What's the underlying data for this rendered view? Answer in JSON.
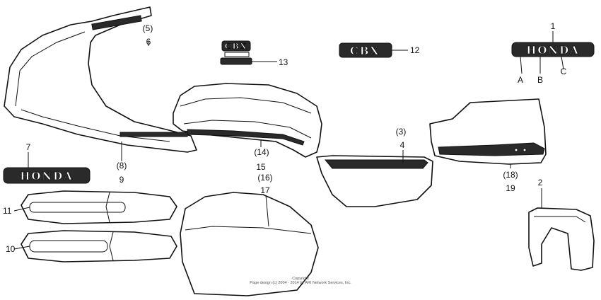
{
  "labels": {
    "l1": "1",
    "l2": "2",
    "l3": "(3)",
    "l4": "4",
    "l5": "(5)",
    "l6": "6",
    "l7": "7",
    "l8": "(8)",
    "l9": "9",
    "l10": "10",
    "l11": "11",
    "l12": "12",
    "l13": "13",
    "l14": "(14)",
    "l15": "15",
    "l16": "(16)",
    "l17": "17",
    "l18": "(18)",
    "l19": "19",
    "lA": "A",
    "lB": "B",
    "lC": "C"
  },
  "emblems": {
    "honda_main": "HONDA",
    "honda_side": "HONDA",
    "cbx_small": "CBX",
    "cbx_large": "CBX"
  },
  "copyright": {
    "line1": "Copyright",
    "line2": "Page design (c) 2004 - 2014 by ARI Network Services, Inc."
  }
}
